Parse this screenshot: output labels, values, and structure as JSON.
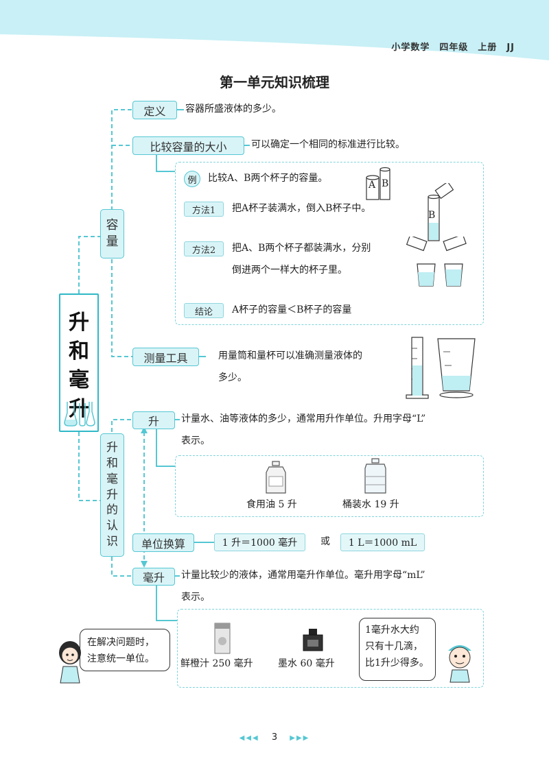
{
  "header": {
    "label": "小学数学　四年级　上册　JJ"
  },
  "title": "第一单元知识梳理",
  "root": {
    "text": [
      "升",
      "和",
      "毫",
      "升"
    ]
  },
  "capacity": {
    "label": [
      "容",
      "量"
    ],
    "definition": {
      "label": "定义",
      "text": "容器所盛液体的多少。"
    },
    "compare": {
      "label": "比较容量的大小",
      "text": "可以确定一个相同的标准进行比较。",
      "example_tag": "例",
      "example_text": "比较A、B两个杯子的容量。",
      "method1_tag": "方法1",
      "method1_text": "把A杯子装满水，倒入B杯子中。",
      "method2_tag": "方法2",
      "method2_line1": "把A、B两个杯子都装满水，分别",
      "method2_line2": "倒进两个一样大的杯子里。",
      "conclusion_tag": "结论",
      "conclusion_text": "A杯子的容量＜B杯子的容量",
      "cup_a": "A",
      "cup_b": "B"
    },
    "tools": {
      "label": "测量工具",
      "line1": "用量筒和量杯可以准确测量液体的",
      "line2": "多少。"
    }
  },
  "recognition": {
    "label": [
      "升",
      "和",
      "毫",
      "升",
      "的",
      "认",
      "识"
    ],
    "liter": {
      "label": "升",
      "line1": "计量水、油等液体的多少，通常用升作单位。升用字母“L”",
      "line2": "表示。",
      "item1": "食用油 5 升",
      "item2": "桶装水 19 升"
    },
    "conversion": {
      "label": "单位换算",
      "eq1": "1 升＝1000 毫升",
      "or": "或",
      "eq2": "1 L＝1000 mL"
    },
    "milliliter": {
      "label": "毫升",
      "line1": "计量比较少的液体，通常用毫升作单位。毫升用字母“mL”",
      "line2": "表示。",
      "item1": "鲜橙汁 250 毫升",
      "item2": "墨水 60 毫升",
      "note_line1": "1毫升水大约",
      "note_line2": "只有十几滴，",
      "note_line3": "比1升少得多。"
    }
  },
  "tip": {
    "line1": "在解决问题时，",
    "line2": "注意统一单位。"
  },
  "page_number": "3",
  "colors": {
    "accent": "#55c7d3",
    "light": "#d9f4f7",
    "header": "#c8f0f6"
  }
}
